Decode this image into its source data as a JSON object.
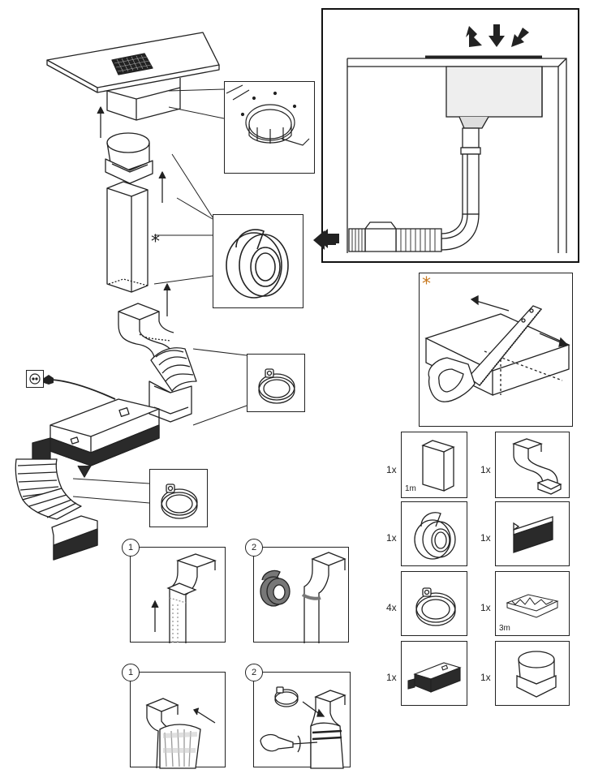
{
  "parts_list": [
    {
      "name": "rectangular-duct",
      "qty": "1x",
      "note": "1m"
    },
    {
      "name": "duct-bend",
      "qty": "1x",
      "note": ""
    },
    {
      "name": "sealing-tape",
      "qty": "1x",
      "note": ""
    },
    {
      "name": "filter-strip",
      "qty": "1x",
      "note": ""
    },
    {
      "name": "hose-clamp",
      "qty": "4x",
      "note": ""
    },
    {
      "name": "flexible-duct",
      "qty": "1x",
      "note": "3m"
    },
    {
      "name": "fan-motor-unit",
      "qty": "1x",
      "note": ""
    },
    {
      "name": "round-to-rect-adapter",
      "qty": "1x",
      "note": ""
    }
  ],
  "steps": {
    "tape_step_1": "1",
    "tape_step_2": "2",
    "clamp_step_1": "1",
    "clamp_step_2": "2"
  },
  "markers": {
    "cut_marker": "*",
    "optional_marker": "*"
  },
  "colors": {
    "accent_star": "#c8781e",
    "line": "#222222",
    "dark_fill": "#2a2a2a"
  }
}
